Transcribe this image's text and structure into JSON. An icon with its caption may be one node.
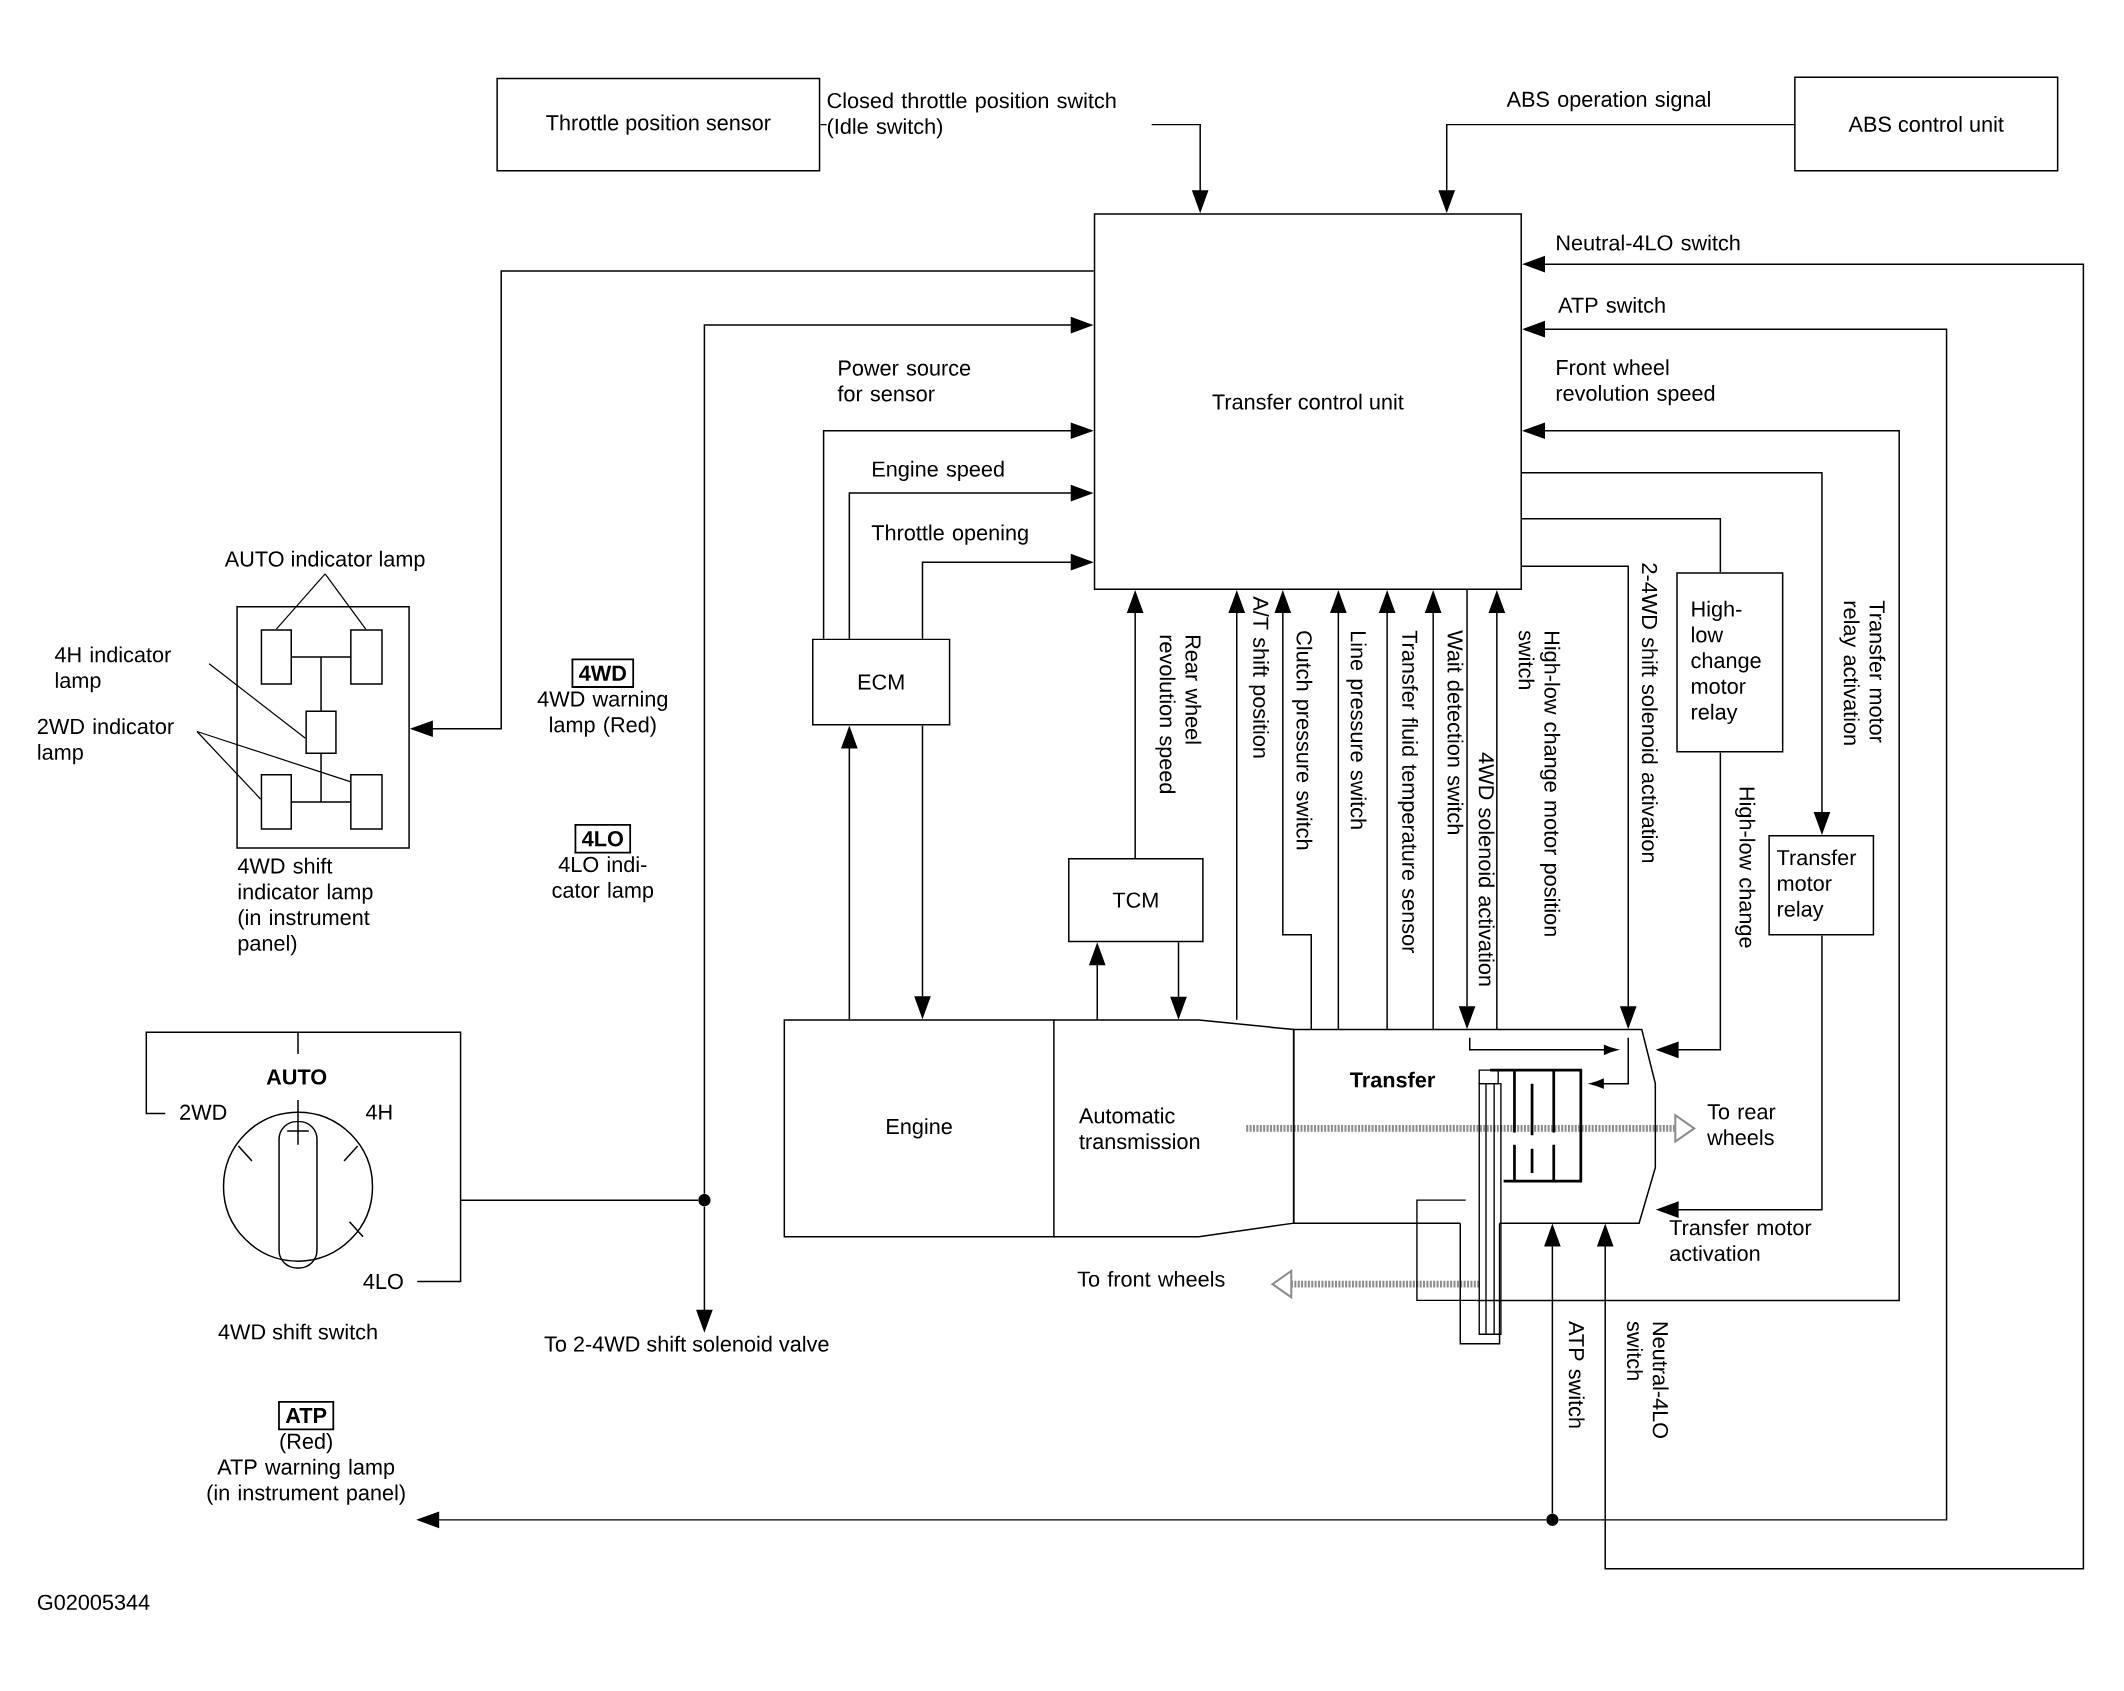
{
  "diagram": {
    "nodes": [
      {
        "text": [
          "Throttle position sensor"
        ]
      },
      {
        "text": [
          "ABS control unit"
        ]
      },
      {
        "text": [
          "Transfer control unit"
        ]
      },
      {
        "text": [
          "ECM"
        ]
      },
      {
        "text": [
          "TCM"
        ]
      },
      {
        "text": [
          "High-low change motor relay"
        ]
      },
      {
        "text": [
          "Transfer motor relay"
        ]
      },
      {
        "text": [
          "Engine"
        ]
      },
      {
        "text": [
          "Automatic transmission"
        ]
      },
      {
        "text": [
          "Transfer"
        ]
      },
      {
        "text": [],
        "shape": "box",
        "beside": [
          "4WD shift indicator lamp (in instrument panel)"
        ]
      },
      {
        "text": [],
        "shape": "box",
        "in": 10
      },
      {
        "text": [],
        "shape": "box",
        "in": 10
      },
      {
        "text": [],
        "shape": "box",
        "in": 10
      },
      {
        "text": [],
        "shape": "box",
        "in": 10
      },
      {
        "text": [],
        "shape": "box",
        "in": 10
      },
      {
        "text": [
          "AUTO indicator lamp"
        ]
      },
      {
        "text": [
          "4H indicator lamp"
        ]
      },
      {
        "text": [
          "2WD indicator lamp"
        ]
      },
      {
        "text": [
          "4WD",
          "4WD warning lamp (Red)"
        ]
      },
      {
        "text": [
          "4LO",
          "4LO indi-cator lamp"
        ]
      },
      {
        "text": [
          "AUTO",
          "2WD",
          "4H",
          "4LO"
        ],
        "beside": [
          "4WD shift switch"
        ]
      },
      {
        "text": [],
        "shape": "circle"
      },
      {
        "text": [
          "To 2-4WD shift solenoid valve"
        ]
      },
      {
        "text": [
          "ATP",
          "(Red)",
          "ATP warning lamp (in instrument panel)"
        ]
      },
      {
        "text": [],
        "shape": "circle"
      }
    ],
    "edges": [
      {
        "from": 0,
        "to": 2,
        "arrow": "to",
        "label": "Closed throttle position switch (Idle switch)"
      },
      {
        "from": 1,
        "to": 2,
        "arrow": "to",
        "label": "ABS operation signal"
      },
      {
        "from": 2,
        "to": 10,
        "arrow": "to"
      },
      {
        "from": 22,
        "to": 2,
        "arrow": "to"
      },
      {
        "from": 22,
        "to": 23,
        "arrow": "to"
      },
      {
        "from": 21,
        "to": 22,
        "arrow": "none"
      },
      {
        "from": 3,
        "to": 2,
        "arrow": "to",
        "label": "Power source for sensor"
      },
      {
        "from": 3,
        "to": 2,
        "arrow": "to",
        "label": "Engine speed"
      },
      {
        "from": 3,
        "to": 2,
        "arrow": "to",
        "label": "Throttle opening"
      },
      {
        "from": 3,
        "to": 7,
        "arrow": "to"
      },
      {
        "from": 7,
        "to": 3,
        "arrow": "to"
      },
      {
        "from": 4,
        "to": 2,
        "arrow": "to",
        "label": "Rear wheel revolution speed"
      },
      {
        "from": 8,
        "to": 4,
        "arrow": "to"
      },
      {
        "from": 4,
        "to": 8,
        "arrow": "to"
      },
      {
        "from": 8,
        "to": 2,
        "arrow": "to",
        "label": "A/T shift position"
      },
      {
        "from": 9,
        "to": 2,
        "arrow": "to",
        "label": "Clutch pressure switch"
      },
      {
        "from": 9,
        "to": 2,
        "arrow": "to",
        "label": "Line pressure switch"
      },
      {
        "from": 9,
        "to": 2,
        "arrow": "to",
        "label": "Transfer fluid temperature sensor"
      },
      {
        "from": 9,
        "to": 2,
        "arrow": "to",
        "label": "Wait detection switch"
      },
      {
        "from": 2,
        "to": 9,
        "arrow": "to",
        "label": "4WD solenoid activation"
      },
      {
        "from": 9,
        "to": 2,
        "arrow": "to",
        "label": "High-low change motor position switch"
      },
      {
        "from": 2,
        "to": 9,
        "arrow": "to",
        "label": "2-4WD shift solenoid activation"
      },
      {
        "from": 2,
        "to": 5,
        "arrow": "none"
      },
      {
        "from": 5,
        "to": 9,
        "arrow": "to",
        "label": "High-low change"
      },
      {
        "from": 2,
        "to": 6,
        "arrow": "to",
        "label": "Transfer motor relay activation"
      },
      {
        "from": 6,
        "to": 9,
        "arrow": "to",
        "label": "Transfer motor activation"
      },
      {
        "from": 9,
        "to": 2,
        "arrow": "to",
        "label": "Front wheel revolution speed"
      },
      {
        "from": 9,
        "to": 2,
        "arrow": "both",
        "label": "Neutral-4LO switch"
      },
      {
        "from": 25,
        "to": 9,
        "arrow": "to"
      },
      {
        "from": 25,
        "to": 24,
        "arrow": "to"
      },
      {
        "from": 25,
        "to": 2,
        "arrow": "to",
        "label": "ATP switch"
      },
      {
        "from": 16,
        "to": 11,
        "arrow": "none"
      },
      {
        "from": 16,
        "to": 12,
        "arrow": "none"
      },
      {
        "from": 17,
        "to": 13,
        "arrow": "none"
      },
      {
        "from": 18,
        "to": 14,
        "arrow": "none"
      },
      {
        "from": 18,
        "to": 15,
        "arrow": "none"
      }
    ],
    "labels": [
      "To rear wheels",
      "To front wheels",
      "ATP switch",
      "Neutral-4LO switch",
      "G02005344"
    ]
  }
}
